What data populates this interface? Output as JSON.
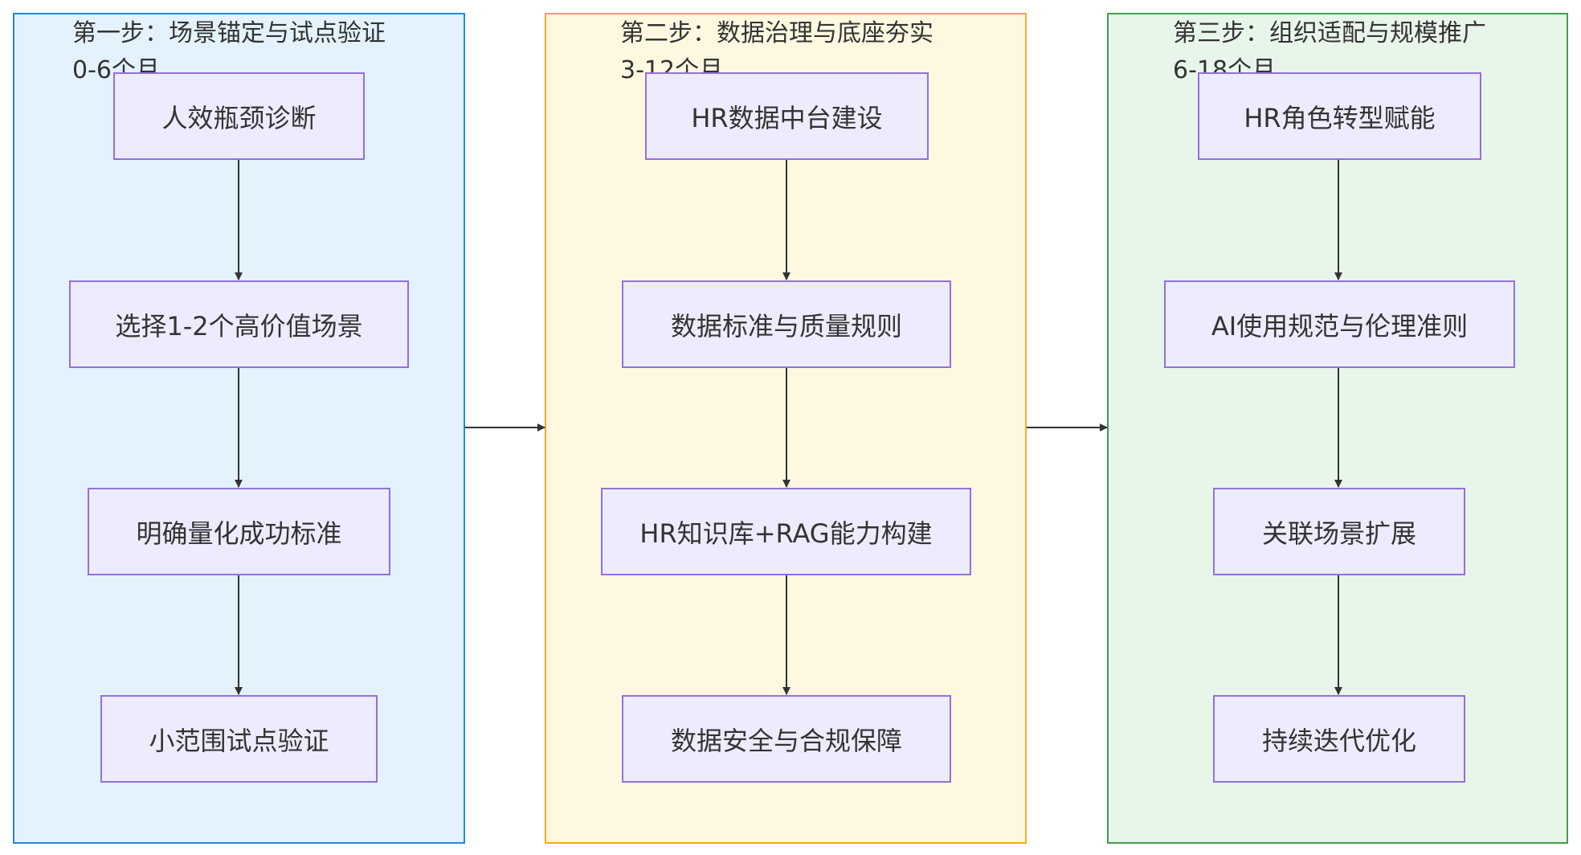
{
  "diagram": {
    "colors": {
      "node_fill": "#ececfe",
      "node_border": "#9370db",
      "edge": "#333333",
      "text": "#333333"
    },
    "phases": [
      {
        "title": "第一步：场景锚定与试点验证",
        "period": "0-6个月",
        "fill": "#e3f2fd",
        "border": "#1e88e5",
        "steps": [
          "人效瓶颈诊断",
          "选择1-2个高价值场景",
          "明确量化成功标准",
          "小范围试点验证"
        ]
      },
      {
        "title": "第二步：数据治理与底座夯实",
        "period": "3-12个月",
        "fill": "#fff8e1",
        "border": "#f9a825",
        "steps": [
          "HR数据中台建设",
          "数据标准与质量规则",
          "HR知识库+RAG能力构建",
          "数据安全与合规保障"
        ]
      },
      {
        "title": "第三步：组织适配与规模推广",
        "period": "6-18个月",
        "fill": "#e8f5e9",
        "border": "#43a047",
        "steps": [
          "HR角色转型赋能",
          "AI使用规范与伦理准则",
          "关联场景扩展",
          "持续迭代优化"
        ]
      }
    ]
  }
}
